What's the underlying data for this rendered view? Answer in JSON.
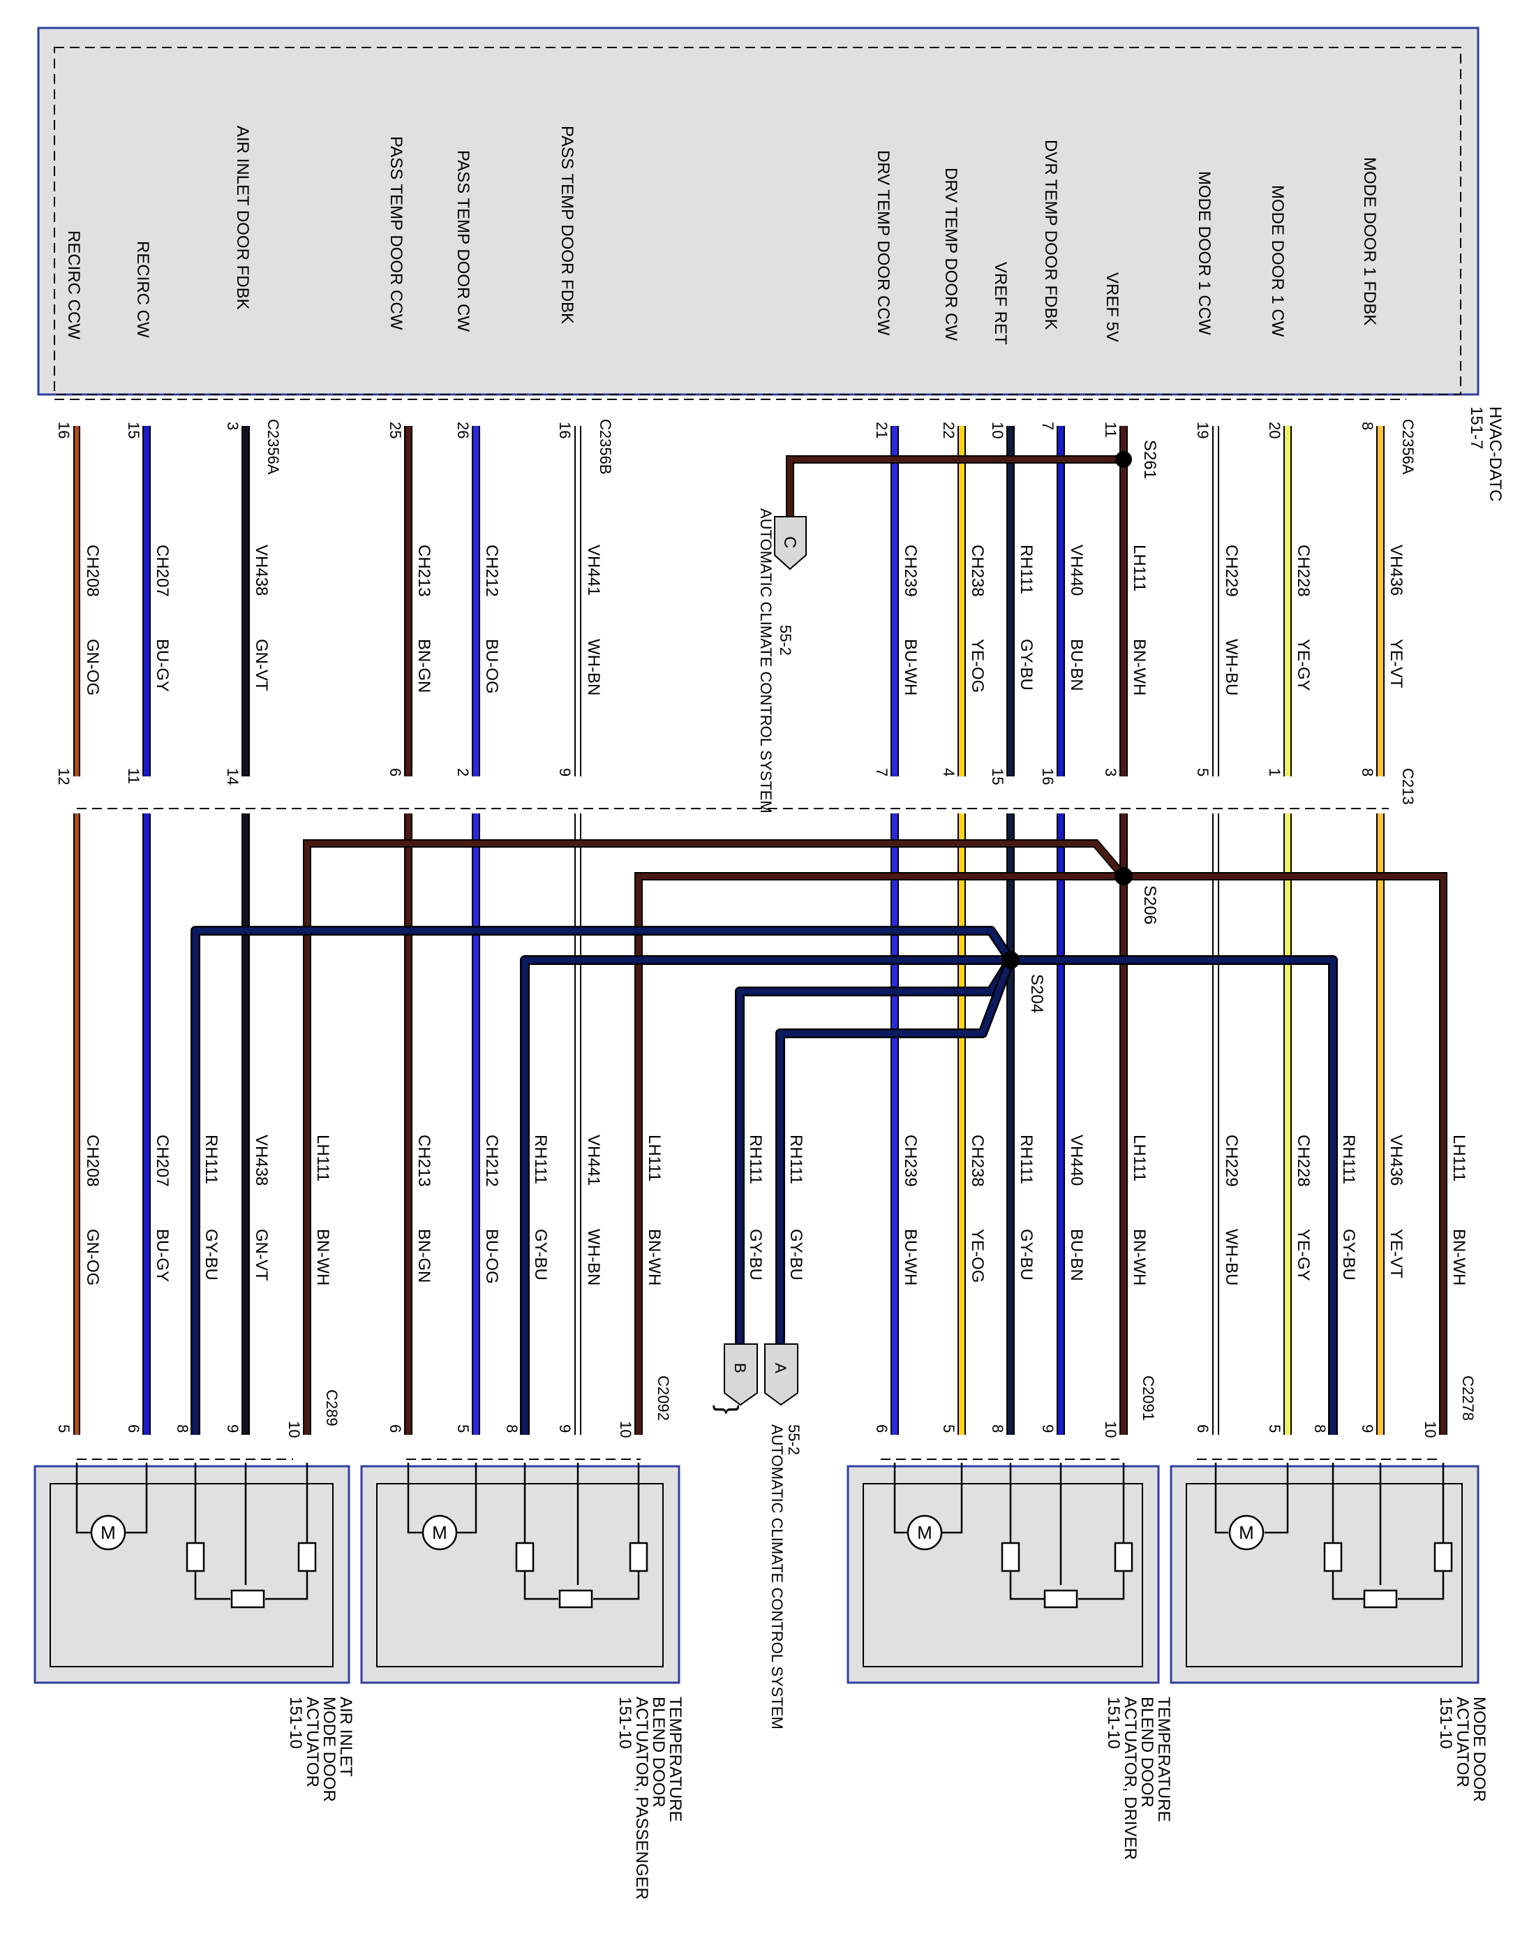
{
  "module": {
    "name": "HVAC-DATC",
    "page": "151-7",
    "pins": [
      {
        "signal": "RECIRC CCW",
        "pin": "16",
        "connector": "",
        "circuit": "CH208",
        "color": "GN-OG"
      },
      {
        "signal": "RECIRC CW",
        "pin": "15",
        "connector": "",
        "circuit": "CH207",
        "color": "BU-GY"
      },
      {
        "signal": "AIR INLET DOOR FDBK",
        "pin": "3",
        "connector": "C2356A",
        "circuit": "VH438",
        "color": "GN-VT"
      },
      {
        "signal": "PASS TEMP DOOR CCW",
        "pin": "25",
        "connector": "",
        "circuit": "CH213",
        "color": "BN-GN"
      },
      {
        "signal": "PASS TEMP DOOR CW",
        "pin": "26",
        "connector": "",
        "circuit": "CH212",
        "color": "BU-OG"
      },
      {
        "signal": "PASS TEMP DOOR FDBK",
        "pin": "16",
        "connector": "C2356B",
        "circuit": "VH441",
        "color": "WH-BN"
      },
      {
        "signal": "DRV TEMP DOOR CCW",
        "pin": "21",
        "connector": "",
        "circuit": "CH239",
        "color": "BU-WH"
      },
      {
        "signal": "DRV TEMP DOOR CW",
        "pin": "22",
        "connector": "",
        "circuit": "CH238",
        "color": "YE-OG"
      },
      {
        "signal": "VREF RET",
        "pin": "10",
        "connector": "",
        "circuit": "RH111",
        "color": "GY-BU"
      },
      {
        "signal": "DVR TEMP DOOR FDBK",
        "pin": "7",
        "connector": "",
        "circuit": "VH440",
        "color": "BU-BN"
      },
      {
        "signal": "VREF 5V",
        "pin": "11",
        "connector": "",
        "circuit": "LH111",
        "color": "BN-WH"
      },
      {
        "signal": "MODE DOOR 1 CCW",
        "pin": "19",
        "connector": "",
        "circuit": "CH229",
        "color": "WH-BU"
      },
      {
        "signal": "MODE DOOR 1 CW",
        "pin": "20",
        "connector": "",
        "circuit": "CH228",
        "color": "YE-GY"
      },
      {
        "signal": "MODE DOOR 1 FDBK",
        "pin": "8",
        "connector": "C2356A",
        "circuit": "VH436",
        "color": "YE-VT"
      }
    ]
  },
  "inline_connector": {
    "name": "C213",
    "pins": [
      "12",
      "11",
      "14",
      "6",
      "2",
      "9",
      "7",
      "4",
      "15",
      "16",
      "3",
      "5",
      "1",
      "8"
    ]
  },
  "splices": {
    "s261": "S261",
    "s206": "S206",
    "s204": "S204"
  },
  "acc_ref_top": {
    "letter": "C",
    "page": "55-2",
    "title": "AUTOMATIC CLIMATE CONTROL SYSTEM"
  },
  "acc_ref_bottom": {
    "letter_a": "A",
    "letter_b": "B",
    "page": "55-2",
    "title": "AUTOMATIC CLIMATE CONTROL SYSTEM"
  },
  "lower_wires": [
    {
      "circuit": "CH208",
      "color": "GN-OG"
    },
    {
      "circuit": "CH207",
      "color": "BU-GY"
    },
    {
      "circuit": "RH111",
      "color": "GY-BU"
    },
    {
      "circuit": "VH438",
      "color": "GN-VT"
    },
    {
      "circuit": "LH111",
      "color": "BN-WH"
    },
    {
      "circuit": "CH213",
      "color": "BN-GN"
    },
    {
      "circuit": "CH212",
      "color": "BU-OG"
    },
    {
      "circuit": "RH111",
      "color": "GY-BU"
    },
    {
      "circuit": "VH441",
      "color": "WH-BN"
    },
    {
      "circuit": "LH111",
      "color": "BN-WH"
    },
    {
      "circuit": "RH111",
      "color": "GY-BU"
    },
    {
      "circuit": "RH111",
      "color": "GY-BU"
    },
    {
      "circuit": "CH239",
      "color": "BU-WH"
    },
    {
      "circuit": "CH238",
      "color": "YE-OG"
    },
    {
      "circuit": "RH111",
      "color": "GY-BU"
    },
    {
      "circuit": "VH440",
      "color": "BU-BN"
    },
    {
      "circuit": "LH111",
      "color": "BN-WH"
    },
    {
      "circuit": "CH229",
      "color": "WH-BU"
    },
    {
      "circuit": "CH228",
      "color": "YE-GY"
    },
    {
      "circuit": "RH111",
      "color": "GY-BU"
    },
    {
      "circuit": "VH436",
      "color": "YE-VT"
    },
    {
      "circuit": "LH111",
      "color": "BN-WH"
    }
  ],
  "actuators": [
    {
      "connector": "C289",
      "pins": [
        "5",
        "6",
        "8",
        "9",
        "10"
      ],
      "name": "AIR INLET MODE DOOR ACTUATOR",
      "page": "151-10",
      "label_lines": [
        "AIR INLET",
        "MODE DOOR",
        "ACTUATOR",
        "151-10"
      ]
    },
    {
      "connector": "C2092",
      "pins": [
        "6",
        "5",
        "8",
        "9",
        "10"
      ],
      "name": "TEMPERATURE BLEND DOOR ACTUATOR, PASSENGER",
      "page": "151-10",
      "label_lines": [
        "TEMPERATURE",
        "BLEND DOOR",
        "ACTUATOR, PASSENGER",
        "151-10"
      ]
    },
    {
      "connector": "C2091",
      "pins": [
        "6",
        "5",
        "8",
        "9",
        "10"
      ],
      "name": "TEMPERATURE BLEND DOOR ACTUATOR, DRIVER",
      "page": "151-10",
      "label_lines": [
        "TEMPERATURE",
        "BLEND DOOR",
        "ACTUATOR, DRIVER",
        "151-10"
      ]
    },
    {
      "connector": "C2278",
      "pins": [
        "6",
        "5",
        "8",
        "9",
        "10"
      ],
      "name": "MODE DOOR ACTUATOR",
      "page": "151-10",
      "label_lines": [
        "MODE DOOR",
        "ACTUATOR",
        "151-10"
      ]
    }
  ],
  "motor_symbol": "M",
  "colors": {
    "BN": "#4a1a12",
    "GN-OG": "#7a3a1a",
    "BU": "#1a1acc",
    "VT": "#111122",
    "GY-BU": "#101a3a",
    "WH": "#ffffff",
    "YE": "#ffd21a",
    "YE-GY": "#f0f060",
    "module_fill": "#e0e0e0",
    "box_stroke": "#3040a0"
  }
}
